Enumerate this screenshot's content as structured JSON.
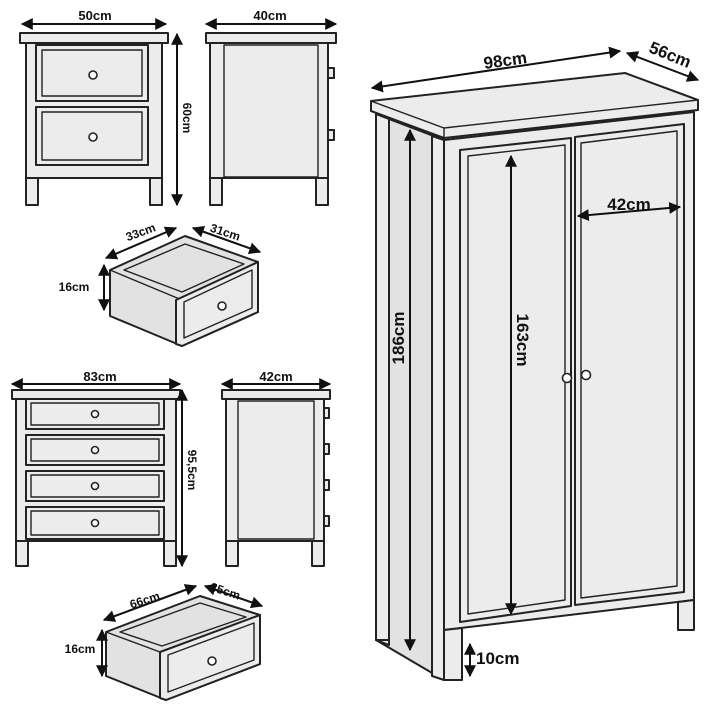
{
  "nightstand": {
    "width_label": "50cm",
    "depth_label": "40cm",
    "height_label": "60cm",
    "drawer_width_label": "33cm",
    "drawer_depth_label": "31cm",
    "drawer_height_label": "16cm"
  },
  "chest": {
    "width_label": "83cm",
    "depth_label": "42cm",
    "height_label": "95,5cm",
    "drawer_width_label": "66cm",
    "drawer_depth_label": "35cm",
    "drawer_height_label": "16cm"
  },
  "wardrobe": {
    "width_label": "98cm",
    "depth_label": "56cm",
    "height_label": "186cm",
    "inner_height_label": "163cm",
    "door_width_label": "42cm",
    "leg_height_label": "10cm"
  }
}
